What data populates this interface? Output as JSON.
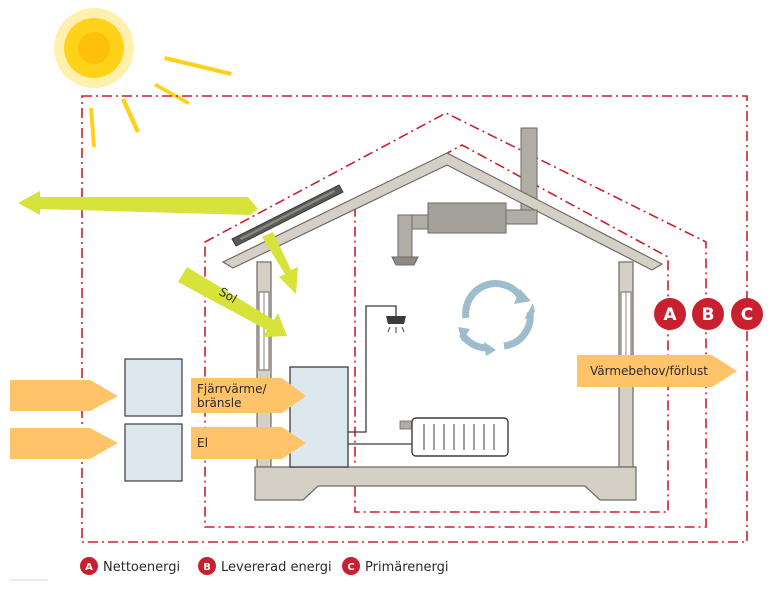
{
  "diagram": {
    "labels": {
      "sol": "Sol",
      "fjarrvarme_line1": "Fjärrvärme/",
      "fjarrvarme_line2": "bränsle",
      "el": "El",
      "varmebehov": "Värmebehov/förlust"
    },
    "boundaries": [
      {
        "letter": "A",
        "name": "Nettoenergi"
      },
      {
        "letter": "B",
        "name": "Levererad energi"
      },
      {
        "letter": "C",
        "name": "Primärenergi"
      }
    ],
    "colors": {
      "sun": "#ffd21a",
      "solar_arrow": "#d7e23a",
      "energy_arrow": "#ffc36a",
      "boundary": "#c9202f",
      "house": "#d5d0c6",
      "house_stroke": "#6e6a64",
      "panel": "#dde8ee",
      "cycle": "#9dbccc"
    }
  }
}
